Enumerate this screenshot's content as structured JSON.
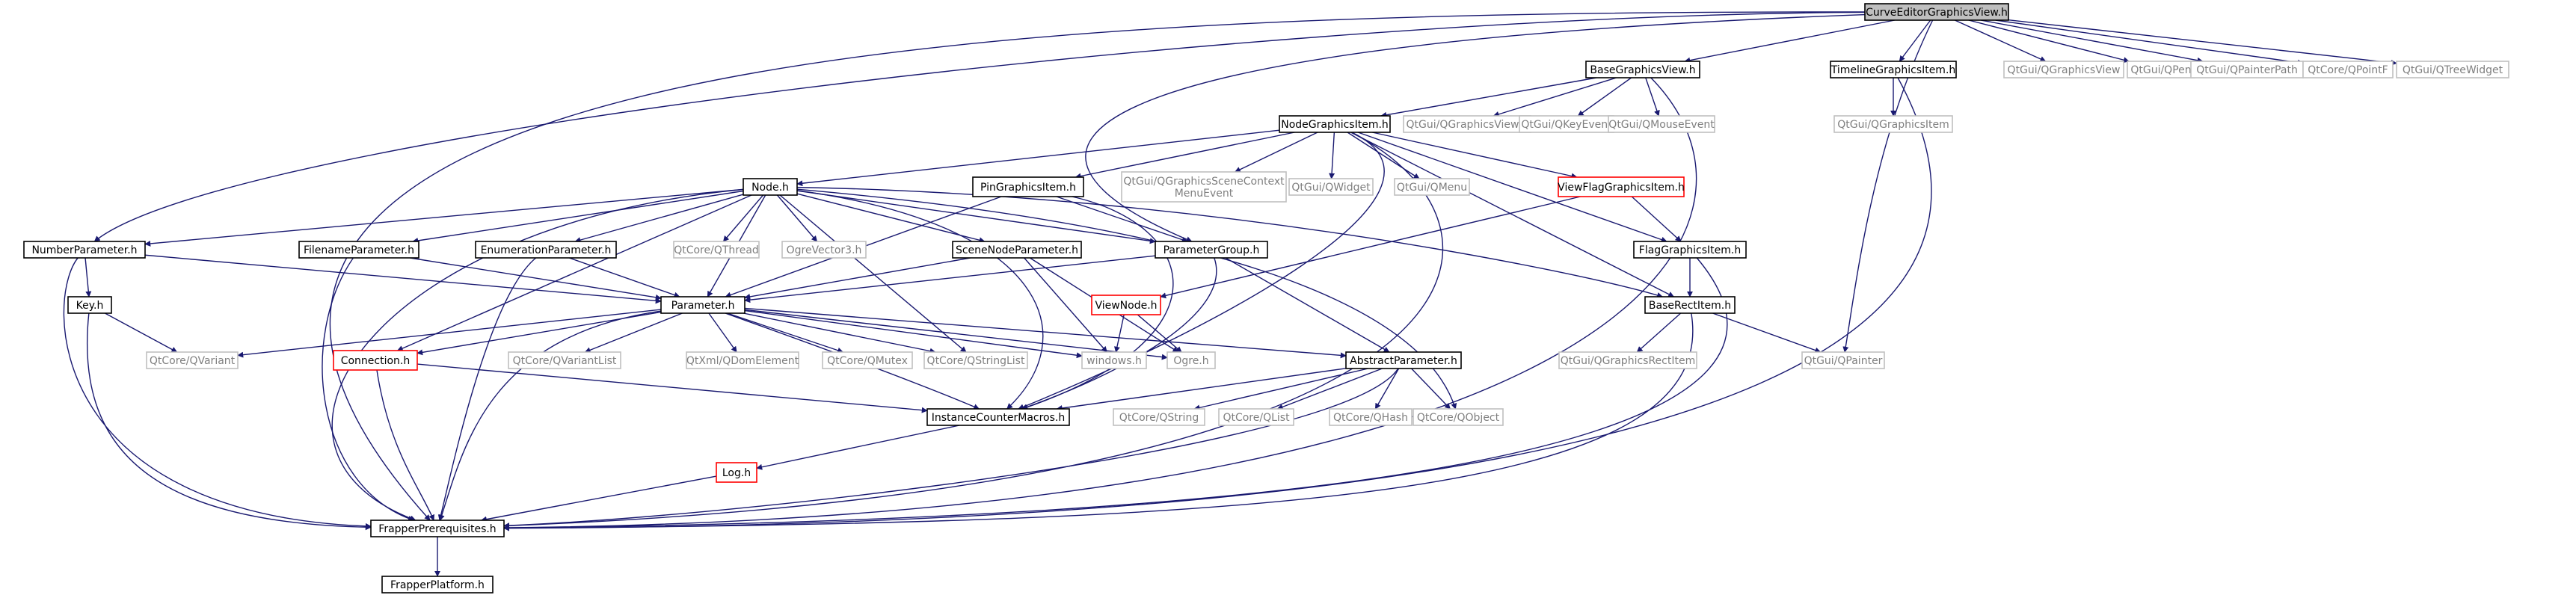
{
  "colors": {
    "edge": "#191970",
    "border_default": "#000000",
    "border_external": "#bfbfbf",
    "border_undocumented": "#ff0000",
    "root_fill": "#bfbfbf",
    "text_default": "#000000",
    "text_external": "#7f7f7f"
  },
  "nodes": [
    {
      "id": "root",
      "label": "CurveEditorGraphicsView.h",
      "kind": "root"
    },
    {
      "id": "bgv",
      "label": "BaseGraphicsView.h",
      "kind": "default"
    },
    {
      "id": "tgi",
      "label": "TimelineGraphicsItem.h",
      "kind": "default"
    },
    {
      "id": "qgview",
      "label": "QtGui/QGraphicsView",
      "kind": "external"
    },
    {
      "id": "qpen",
      "label": "QtGui/QPen",
      "kind": "external"
    },
    {
      "id": "qpp",
      "label": "QtGui/QPainterPath",
      "kind": "external"
    },
    {
      "id": "qpointf",
      "label": "QtCore/QPointF",
      "kind": "external"
    },
    {
      "id": "qtree",
      "label": "QtGui/QTreeWidget",
      "kind": "external"
    },
    {
      "id": "ngi",
      "label": "NodeGraphicsItem.h",
      "kind": "default"
    },
    {
      "id": "qgview2",
      "label": "QtGui/QGraphicsView.h",
      "kind": "external"
    },
    {
      "id": "qkey",
      "label": "QtGui/QKeyEvent",
      "kind": "external"
    },
    {
      "id": "qmouse",
      "label": "QtGui/QMouseEvent",
      "kind": "external"
    },
    {
      "id": "qgitem",
      "label": "QtGui/QGraphicsItem",
      "kind": "external"
    },
    {
      "id": "node",
      "label": "Node.h",
      "kind": "default"
    },
    {
      "id": "pingi",
      "label": "PinGraphicsItem.h",
      "kind": "default"
    },
    {
      "id": "qgsce",
      "label": "QtGui/QGraphicsSceneContext MenuEvent",
      "lines": [
        "QtGui/QGraphicsSceneContext",
        "MenuEvent"
      ],
      "kind": "external"
    },
    {
      "id": "qwidget",
      "label": "QtGui/QWidget",
      "kind": "external"
    },
    {
      "id": "qmenu",
      "label": "QtGui/QMenu",
      "kind": "external"
    },
    {
      "id": "vfgi",
      "label": "ViewFlagGraphicsItem.h",
      "kind": "undocumented"
    },
    {
      "id": "nump",
      "label": "NumberParameter.h",
      "kind": "default"
    },
    {
      "id": "filep",
      "label": "FilenameParameter.h",
      "kind": "default"
    },
    {
      "id": "enump",
      "label": "EnumerationParameter.h",
      "kind": "default"
    },
    {
      "id": "qthread",
      "label": "QtCore/QThread",
      "kind": "external"
    },
    {
      "id": "ogrev3",
      "label": "OgreVector3.h",
      "kind": "external"
    },
    {
      "id": "scenep",
      "label": "SceneNodeParameter.h",
      "kind": "default"
    },
    {
      "id": "pgroup",
      "label": "ParameterGroup.h",
      "kind": "default"
    },
    {
      "id": "fgi",
      "label": "FlagGraphicsItem.h",
      "kind": "default"
    },
    {
      "id": "key",
      "label": "Key.h",
      "kind": "default"
    },
    {
      "id": "param",
      "label": "Parameter.h",
      "kind": "default"
    },
    {
      "id": "viewnode",
      "label": "ViewNode.h",
      "kind": "undocumented"
    },
    {
      "id": "bri",
      "label": "BaseRectItem.h",
      "kind": "default"
    },
    {
      "id": "qvariant",
      "label": "QtCore/QVariant",
      "kind": "external"
    },
    {
      "id": "conn",
      "label": "Connection.h",
      "kind": "undocumented"
    },
    {
      "id": "qvlist",
      "label": "QtCore/QVariantList",
      "kind": "external"
    },
    {
      "id": "qdom",
      "label": "QtXml/QDomElement",
      "kind": "external"
    },
    {
      "id": "qmutex",
      "label": "QtCore/QMutex",
      "kind": "external"
    },
    {
      "id": "qsl",
      "label": "QtCore/QStringList",
      "kind": "external"
    },
    {
      "id": "windows",
      "label": "windows.h",
      "kind": "external"
    },
    {
      "id": "ogre",
      "label": "Ogre.h",
      "kind": "external"
    },
    {
      "id": "absp",
      "label": "AbstractParameter.h",
      "kind": "default"
    },
    {
      "id": "qgri",
      "label": "QtGui/QGraphicsRectItem",
      "kind": "external"
    },
    {
      "id": "qpainter",
      "label": "QtGui/QPainter",
      "kind": "external"
    },
    {
      "id": "icm",
      "label": "InstanceCounterMacros.h",
      "kind": "default"
    },
    {
      "id": "qstring",
      "label": "QtCore/QString",
      "kind": "external"
    },
    {
      "id": "qlist",
      "label": "QtCore/QList",
      "kind": "external"
    },
    {
      "id": "qhash",
      "label": "QtCore/QHash",
      "kind": "external"
    },
    {
      "id": "qobject",
      "label": "QtCore/QObject",
      "kind": "external"
    },
    {
      "id": "log",
      "label": "Log.h",
      "kind": "undocumented"
    },
    {
      "id": "fprereq",
      "label": "FrapperPrerequisites.h",
      "kind": "default"
    },
    {
      "id": "fplat",
      "label": "FrapperPlatform.h",
      "kind": "default"
    }
  ],
  "edges": [
    [
      "root",
      "bgv"
    ],
    [
      "root",
      "tgi"
    ],
    [
      "root",
      "qgview"
    ],
    [
      "root",
      "qpen"
    ],
    [
      "root",
      "qpp"
    ],
    [
      "root",
      "qpointf"
    ],
    [
      "root",
      "qtree"
    ],
    [
      "root",
      "nump"
    ],
    [
      "root",
      "fprereq"
    ],
    [
      "root",
      "pgroup"
    ],
    [
      "root",
      "qpainter"
    ],
    [
      "bgv",
      "ngi"
    ],
    [
      "bgv",
      "qgview2"
    ],
    [
      "bgv",
      "qkey"
    ],
    [
      "bgv",
      "qmouse"
    ],
    [
      "bgv",
      "fprereq"
    ],
    [
      "tgi",
      "qgitem"
    ],
    [
      "tgi",
      "fprereq"
    ],
    [
      "ngi",
      "node"
    ],
    [
      "ngi",
      "pingi"
    ],
    [
      "ngi",
      "qgsce"
    ],
    [
      "ngi",
      "qwidget"
    ],
    [
      "ngi",
      "qmenu"
    ],
    [
      "ngi",
      "vfgi"
    ],
    [
      "ngi",
      "fgi"
    ],
    [
      "ngi",
      "bri"
    ],
    [
      "ngi",
      "icm"
    ],
    [
      "ngi",
      "fprereq"
    ],
    [
      "node",
      "nump"
    ],
    [
      "node",
      "filep"
    ],
    [
      "node",
      "enump"
    ],
    [
      "node",
      "qthread"
    ],
    [
      "node",
      "ogrev3"
    ],
    [
      "node",
      "scenep"
    ],
    [
      "node",
      "pgroup"
    ],
    [
      "node",
      "param"
    ],
    [
      "node",
      "conn"
    ],
    [
      "node",
      "qsl"
    ],
    [
      "node",
      "icm"
    ],
    [
      "node",
      "fprereq"
    ],
    [
      "node",
      "qobject"
    ],
    [
      "node",
      "bri"
    ],
    [
      "pingi",
      "param"
    ],
    [
      "pingi",
      "icm"
    ],
    [
      "pingi",
      "pgroup"
    ],
    [
      "vfgi",
      "fgi"
    ],
    [
      "vfgi",
      "viewnode"
    ],
    [
      "nump",
      "key"
    ],
    [
      "nump",
      "param"
    ],
    [
      "nump",
      "fprereq"
    ],
    [
      "filep",
      "param"
    ],
    [
      "filep",
      "fprereq"
    ],
    [
      "enump",
      "param"
    ],
    [
      "enump",
      "fprereq"
    ],
    [
      "scenep",
      "param"
    ],
    [
      "scenep",
      "ogre"
    ],
    [
      "scenep",
      "windows"
    ],
    [
      "pgroup",
      "param"
    ],
    [
      "pgroup",
      "absp"
    ],
    [
      "pgroup",
      "icm"
    ],
    [
      "fgi",
      "bri"
    ],
    [
      "fgi",
      "fprereq"
    ],
    [
      "key",
      "qvariant"
    ],
    [
      "key",
      "fprereq"
    ],
    [
      "param",
      "qvariant"
    ],
    [
      "param",
      "conn"
    ],
    [
      "param",
      "qvlist"
    ],
    [
      "param",
      "qdom"
    ],
    [
      "param",
      "qmutex"
    ],
    [
      "param",
      "qsl"
    ],
    [
      "param",
      "windows"
    ],
    [
      "param",
      "ogre"
    ],
    [
      "param",
      "absp"
    ],
    [
      "param",
      "icm"
    ],
    [
      "param",
      "fprereq"
    ],
    [
      "viewnode",
      "windows"
    ],
    [
      "viewnode",
      "ogre"
    ],
    [
      "bri",
      "qgri"
    ],
    [
      "bri",
      "qpainter"
    ],
    [
      "bri",
      "fprereq"
    ],
    [
      "conn",
      "icm"
    ],
    [
      "conn",
      "fprereq"
    ],
    [
      "absp",
      "icm"
    ],
    [
      "absp",
      "qstring"
    ],
    [
      "absp",
      "qlist"
    ],
    [
      "absp",
      "qhash"
    ],
    [
      "absp",
      "qobject"
    ],
    [
      "absp",
      "fprereq"
    ],
    [
      "icm",
      "log"
    ],
    [
      "log",
      "fprereq"
    ],
    [
      "fprereq",
      "fplat"
    ]
  ]
}
